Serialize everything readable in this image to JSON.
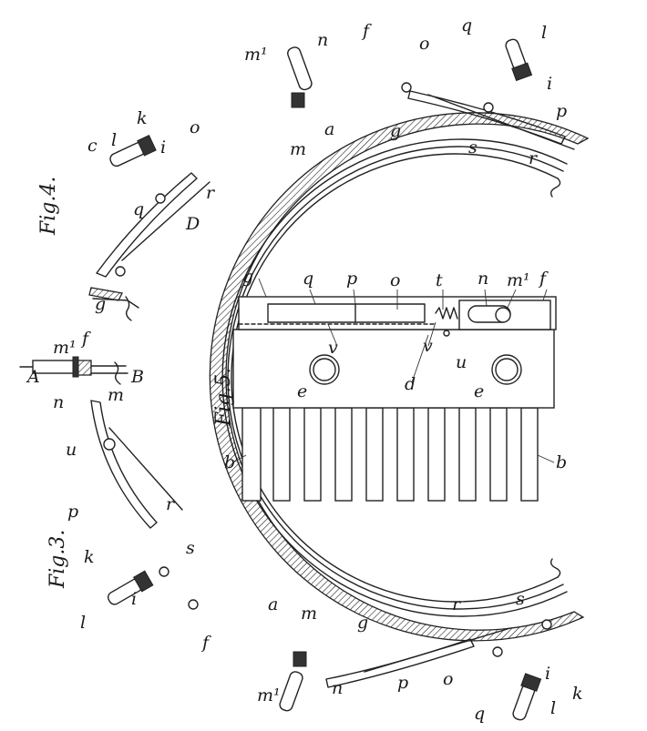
{
  "figures": {
    "fig3": "Fig.3.",
    "fig4": "Fig.4.",
    "fig5": "Fig.5."
  },
  "labels": {
    "A": "A",
    "B": "B",
    "D": "D",
    "a": "a",
    "b": "b",
    "c": "c",
    "d": "d",
    "e": "e",
    "f": "f",
    "g": "g",
    "i": "i",
    "k": "k",
    "l": "l",
    "m": "m",
    "m1": "m¹",
    "n": "n",
    "o": "o",
    "p": "p",
    "q": "q",
    "r": "r",
    "s": "s",
    "t": "t",
    "u": "u",
    "v": "v"
  }
}
